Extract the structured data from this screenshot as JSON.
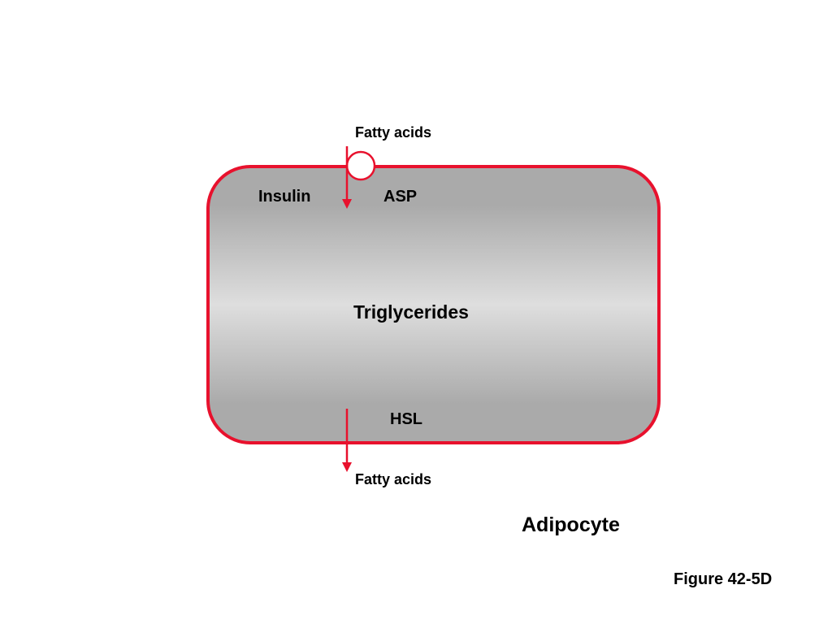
{
  "labels": {
    "fatty_acids_in": "Fatty acids",
    "insulin": "Insulin",
    "asp": "ASP",
    "triglycerides": "Triglycerides",
    "hsl": "HSL",
    "fatty_acids_out": "Fatty acids",
    "cell_type": "Adipocyte",
    "figure_id": "Figure 42-5D"
  },
  "colors": {
    "membrane": "#e8112d",
    "cell_edge": "#aaaaaa",
    "cell_center": "#dedede",
    "text": "#000000"
  }
}
